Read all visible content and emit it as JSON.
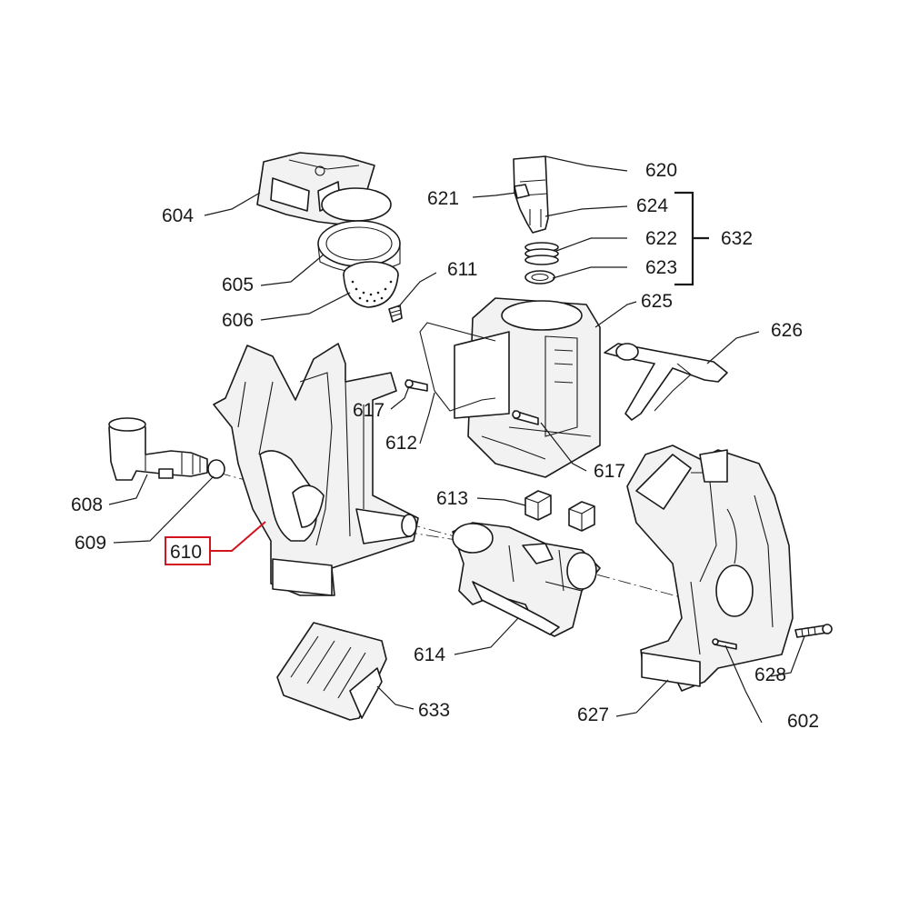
{
  "diagram": {
    "highlight_color": "#d3131d",
    "highlighted_part": "610",
    "labels": {
      "p620": "620",
      "p621": "621",
      "p624": "624",
      "p622": "622",
      "p623": "623",
      "p632": "632",
      "p604": "604",
      "p611": "611",
      "p605": "605",
      "p606": "606",
      "p625": "625",
      "p626": "626",
      "p617a": "617",
      "p612": "612",
      "p617b": "617",
      "p608": "608",
      "p613": "613",
      "p609": "609",
      "p610": "610",
      "p614": "614",
      "p633": "633",
      "p628": "628",
      "p627": "627",
      "p602": "602"
    }
  }
}
